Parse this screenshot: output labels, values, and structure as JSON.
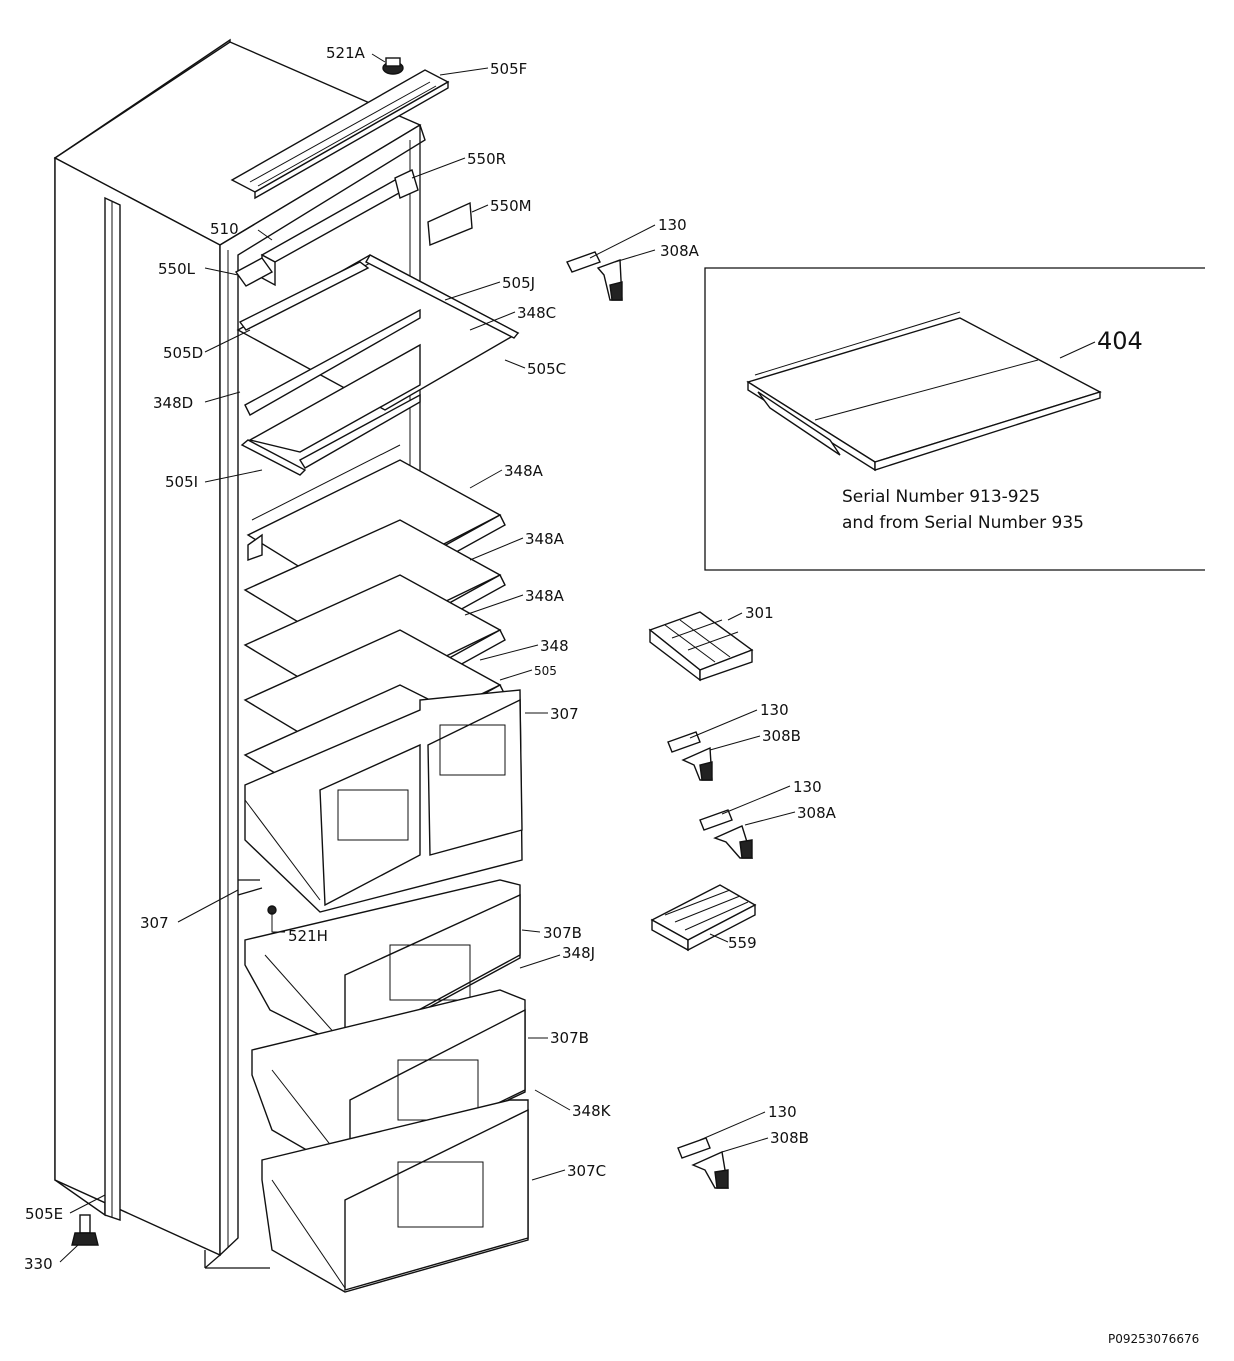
{
  "labels": {
    "l521a": "521A",
    "l505f": "505F",
    "l550r": "550R",
    "l550m": "550M",
    "l510": "510",
    "l550l": "550L",
    "l505j": "505J",
    "l348c": "348C",
    "l505d": "505D",
    "l505c": "505C",
    "l348d": "348D",
    "l505i": "505I",
    "l348a1": "348A",
    "l348a2": "348A",
    "l348a3": "348A",
    "l348": "348",
    "l505": "505",
    "l307": "307",
    "l307left": "307",
    "l521h": "521H",
    "l307b1": "307B",
    "l348j": "348J",
    "l307b2": "307B",
    "l348k": "348K",
    "l307c": "307C",
    "l505e": "505E",
    "l330": "330",
    "l130a": "130",
    "l308a1": "308A",
    "l404": "404",
    "l301": "301",
    "l130b": "130",
    "l308b1": "308B",
    "l130c": "130",
    "l308a2": "308A",
    "l559": "559",
    "l130d": "130",
    "l308b2": "308B"
  },
  "inset": {
    "line1": "Serial Number 913-925",
    "line2": "and from Serial Number 935"
  },
  "footer": {
    "code": "P09253076676"
  }
}
